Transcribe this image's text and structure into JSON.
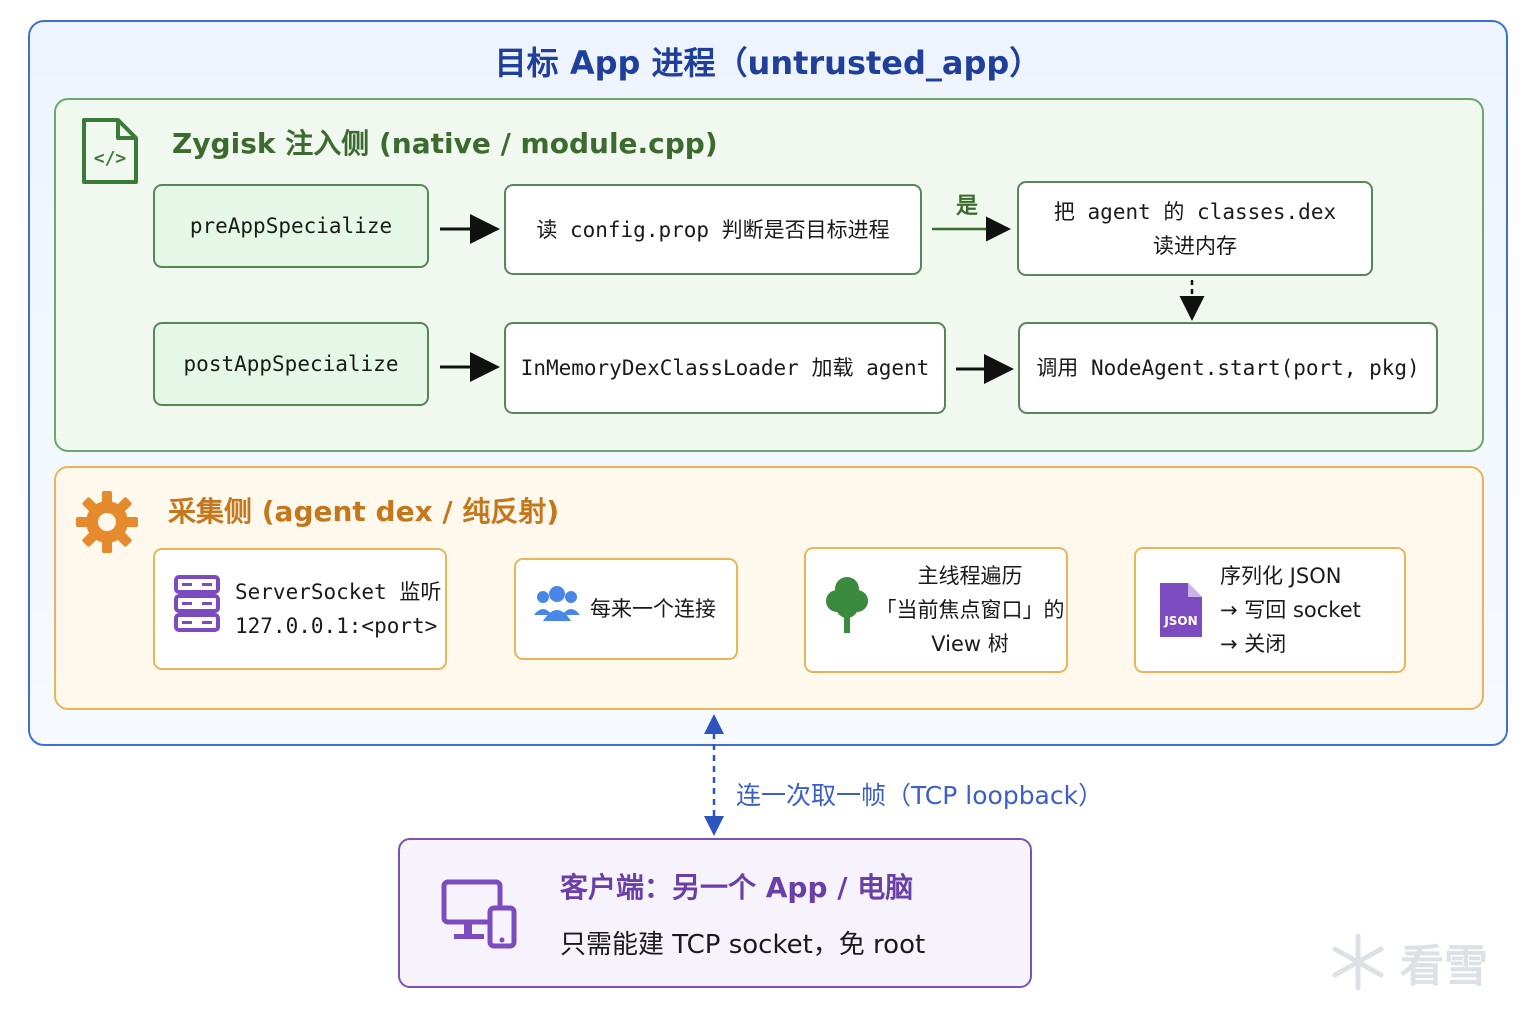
{
  "outer": {
    "title": "目标 App 进程（untrusted_app）"
  },
  "zygisk": {
    "title": "Zygisk 注入侧 (native / module.cpp)",
    "row1": {
      "hook": "preAppSpecialize",
      "step1": "读 config.prop 判断是否目标进程",
      "yes_label": "是",
      "step2_line1": "把 agent 的 classes.dex",
      "step2_line2": "读进内存"
    },
    "row2": {
      "hook": "postAppSpecialize",
      "step1": "InMemoryDexClassLoader 加载 agent",
      "step2": "调用 NodeAgent.start(port, pkg)"
    }
  },
  "collect": {
    "title": "采集侧 (agent dex / 纯反射)",
    "steps": [
      {
        "line1": "ServerSocket 监听",
        "line2": "127.0.0.1:<port>"
      },
      {
        "line1": "每来一个连接"
      },
      {
        "line1": "主线程遍历",
        "line2": "「当前焦点窗口」的",
        "line3": "View 树"
      },
      {
        "line1": "序列化 JSON",
        "line2": "→ 写回 socket",
        "line3": "→ 关闭"
      }
    ],
    "json_badge": "JSON"
  },
  "connection": {
    "label": "连一次取一帧（TCP loopback）"
  },
  "client": {
    "title": "客户端：另一个 App / 电脑",
    "subtitle": "只需能建 TCP socket，免 root"
  },
  "watermark": "看雪",
  "colors": {
    "blue": "#3f6fd0",
    "green": "#58865a",
    "orange": "#e8b55a",
    "purple": "#7d51b4"
  }
}
